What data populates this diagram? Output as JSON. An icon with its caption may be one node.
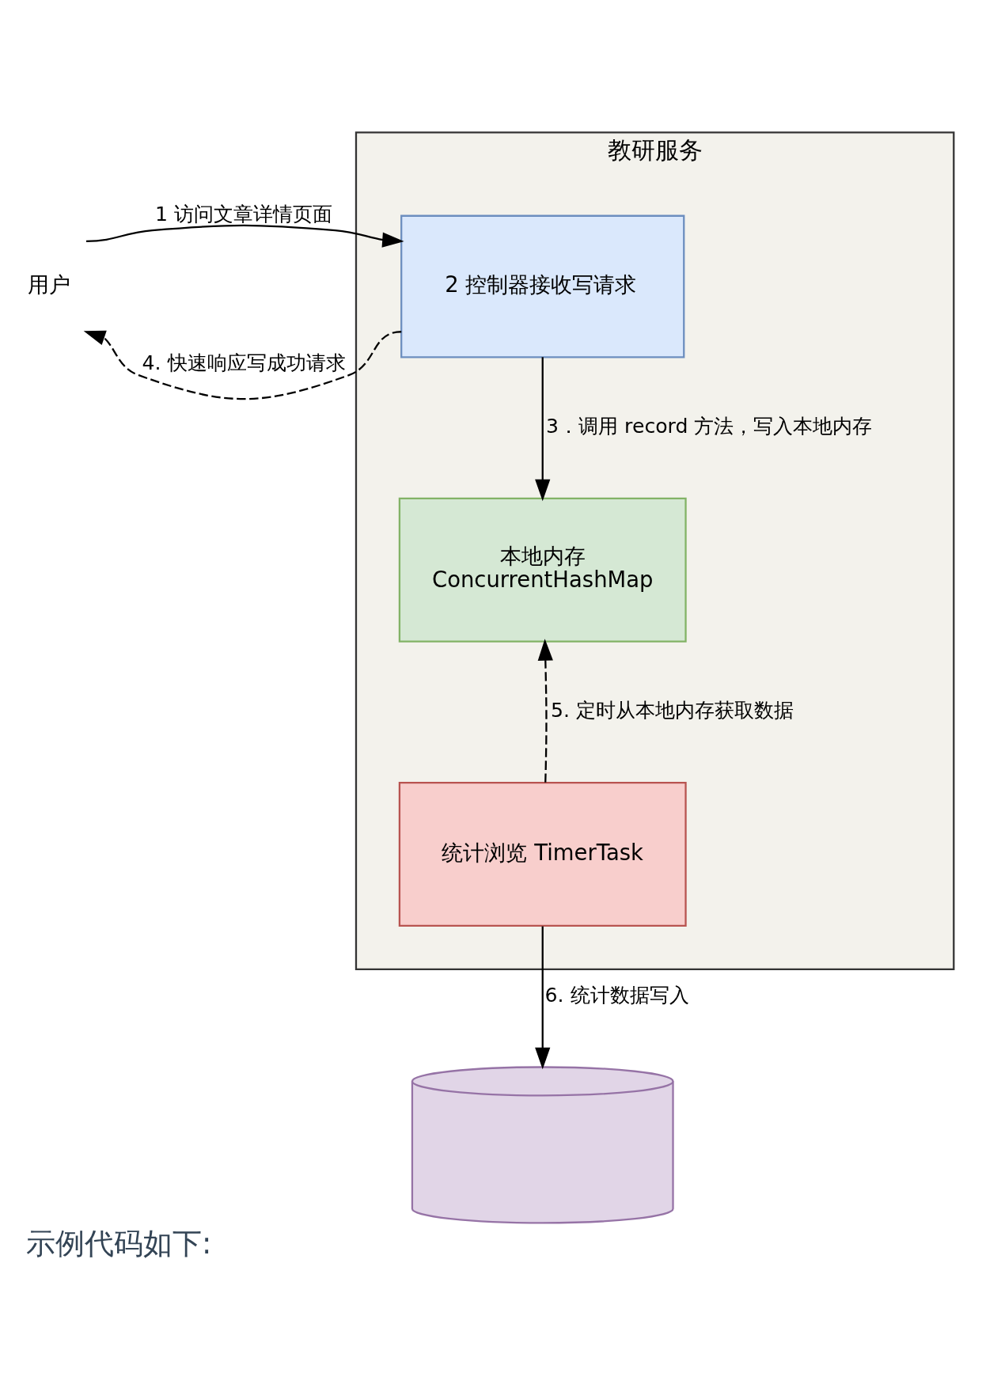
{
  "diagram": {
    "caption": "示例代码如下:",
    "nodes": [
      {
        "text": [
          "用户"
        ]
      },
      {
        "text": [
          "教研服务"
        ]
      },
      {
        "text": [
          "2 控制器接收写请求"
        ],
        "in": 1
      },
      {
        "text": [
          "本地内存",
          "ConcurrentHashMap"
        ],
        "in": 1
      },
      {
        "text": [
          "统计浏览 TimerTask"
        ],
        "in": 1
      },
      {
        "text": [],
        "shape": "cylinder"
      }
    ],
    "edges": [
      {
        "from": 0,
        "to": 2,
        "arrow": "to",
        "label": "1 访问文章详情页面"
      },
      {
        "from": 2,
        "to": 0,
        "arrow": "to",
        "label": "4. 快速响应写成功请求",
        "style": "dashed"
      },
      {
        "from": 2,
        "to": 3,
        "arrow": "to",
        "label": "3．调用 record 方法，写入本地内存"
      },
      {
        "from": 4,
        "to": 3,
        "arrow": "to",
        "label": "5. 定时从本地内存获取数据",
        "style": "dashed"
      },
      {
        "from": 4,
        "to": 5,
        "arrow": "to",
        "label": "6. 统计数据写入"
      }
    ]
  }
}
